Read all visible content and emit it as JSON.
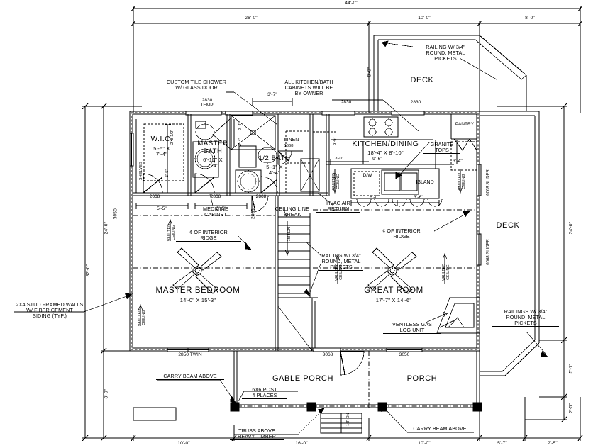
{
  "drawing": {
    "type": "residential-floor-plan",
    "overall_width": "44'-0\"",
    "overall_depth": "32'-0\""
  },
  "dimensions": {
    "top_overall": "44'-0\"",
    "top_a": "26'-0\"",
    "top_b": "10'-0\"",
    "top_c": "8'-0\"",
    "left_overall": "32'-0\"",
    "left_a": "24'-0\"",
    "left_b": "8'-0\"",
    "right_a": "24'-0\"",
    "right_b": "5'-7\"",
    "right_c": "2'-5\"",
    "bottom_a": "10'-0\"",
    "bottom_b": "16'-0\"",
    "bottom_c": "10'-0\"",
    "bottom_d": "5'-7\"",
    "bottom_e": "2'-5\"",
    "deck_top_depth": "8'-0\"",
    "wic_width": "5'-5\"",
    "wic_depth": "5'-5\"",
    "wic_side": "2'-8 1/2\"",
    "mbath_width": "5'-5\"",
    "shower_width": "3'-7\"",
    "shower_h1": "2'-4\"",
    "shower_h2": "2'-4\"",
    "hall_3_0": "3'-0\"",
    "hall_3_6a": "3'-6\"",
    "hall_3_4": "3'-4\"",
    "kitchen_9_6": "9'-6\"",
    "kitchen_3_4": "3'-4\"",
    "island_6_0": "6'-0\"",
    "island_3_6": "3'-6\"",
    "win_3050_left": "3050"
  },
  "rooms": [
    {
      "name": "W.I.C.",
      "size": "5'-5\" X\n7'-4\""
    },
    {
      "name": "MASTER\nBATH",
      "size": "6'-10\" X\n7'-4\""
    },
    {
      "name": "1/2 BATH",
      "size": "5'-1\" X\n4'-4\""
    },
    {
      "name": "KITCHEN/DINING",
      "size": "18'-4\" X 8'-10\""
    },
    {
      "name": "MASTER BEDROOM",
      "size": "14'-0\" X 15'-3\""
    },
    {
      "name": "GREAT ROOM",
      "size": "17'-7\" X 14'-6\""
    },
    {
      "name": "GABLE PORCH",
      "size": ""
    },
    {
      "name": "PORCH",
      "size": ""
    },
    {
      "name": "DECK",
      "size": ""
    },
    {
      "name": "DECK",
      "size": ""
    },
    {
      "name": "LINEN",
      "size": ""
    },
    {
      "name": "PANTRY",
      "size": ""
    }
  ],
  "labels": {
    "wic": "W.I.C.",
    "wic_size": "5'-5\" X\n7'-4\"",
    "master_bath": "MASTER\nBATH",
    "master_bath_size": "6'-10\" X\n7'-4\"",
    "half_bath": "1/2 BATH",
    "half_bath_size": "5'-1\" X\n4'-4\"",
    "linen": "LINEN",
    "pantry": "PANTRY",
    "kitchen": "KITCHEN/DINING",
    "kitchen_size": "18'-4\" X 8'-10\"",
    "island": "ISLAND",
    "dishwasher": "D/W",
    "granite": "GRANITE\nTOPS",
    "master_bedroom": "MASTER BEDROOM",
    "master_bedroom_size": "14'-0\" X 15'-3\"",
    "great_room": "GREAT ROOM",
    "great_room_size": "17'-7\" X 14'-6\"",
    "gable_porch": "GABLE PORCH",
    "porch": "PORCH",
    "deck_top": "DECK",
    "deck_right": "DECK",
    "shelves": "SHELVES",
    "stairs_dn": "16R DN"
  },
  "notes": {
    "custom_shower": "CUSTOM TILE SHOWER\nW/ GLASS DOOR",
    "cabinets": "ALL KITCHEN/BATH\nCABINETS WILL BE\nBY OWNER",
    "railing_deck_top": "RAILING W/ 3/4\"\nROUND, METAL\nPICKETS",
    "railing_stair": "RAILING W/ 3/4\"\nROUND, METAL\nPICKETS",
    "railing_deck_right": "RAILINGS W/ 3/4\"\nROUND, METAL\nPICKETS",
    "medicine_cabinet": "MEDICINE\nCABINET",
    "ceiling_line_break": "CEILING LINE\nBREAK",
    "hvac": "HVAC AIR\nRETURN",
    "ridge_left": "¢ OF INTERIOR\nRIDGE",
    "ridge_right": "¢ OF INTERIOR\nRIDGE",
    "vaulted": "VAULTED\nCEILING",
    "ventless": "VENTLESS GAS\nLOG UNIT",
    "stud_walls": "2X4 STUD FRAMED WALLS\nW/ FIBER CEMENT\nSIDING (TYP.)",
    "carry_beam_left": "CARRY BEAM ABOVE",
    "carry_beam_right": "CARRY BEAM ABOVE",
    "post": "6X6 POST\n4 PLACES",
    "truss": "TRUSS ABOVE\nHEAVY TIMBER"
  },
  "openings": {
    "win_2830_temp": "2830\nTEMP.",
    "win_2830_a": "2830",
    "win_2830_b": "2830",
    "win_2830_c": "2830",
    "win_3050_left": "3050",
    "win_3050_bottom": "3050",
    "win_2850_twin": "2850 TWIN",
    "door_3068": "3068",
    "door_2668_a": "2668",
    "door_2668_b": "2668",
    "door_2868_a": "2868",
    "door_2868_b": "2868",
    "door_2868_c": "2868",
    "door_1668": "1668",
    "slider_a": "6068 SLIDER",
    "slider_b": "6068 SLIDER"
  },
  "colors": {
    "line": "#000000",
    "background": "#ffffff",
    "fill_post": "#000000"
  }
}
